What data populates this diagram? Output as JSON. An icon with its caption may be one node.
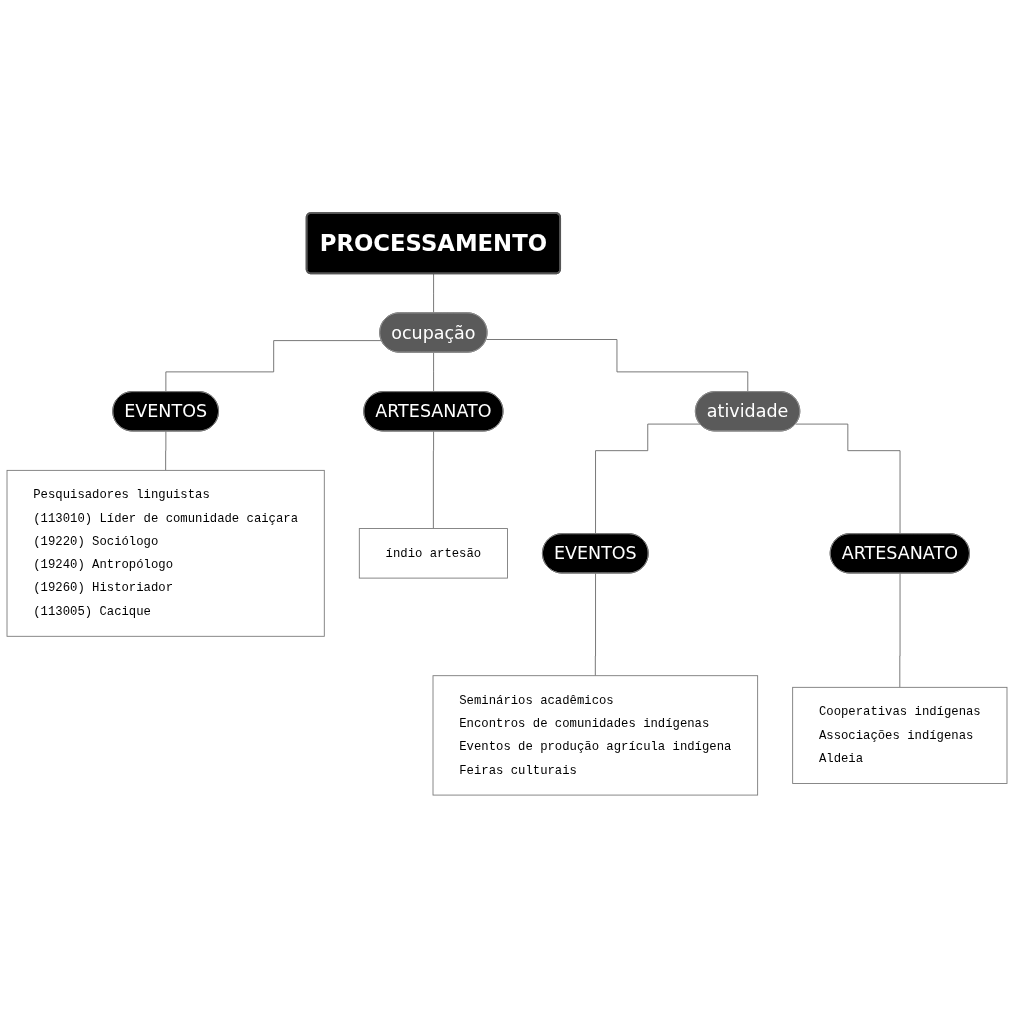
{
  "diagram": {
    "nodes": [
      {
        "text": [
          "PROCESSAMENTO"
        ]
      },
      {
        "text": [
          "ocupação"
        ]
      },
      {
        "text": [
          "EVENTOS"
        ]
      },
      {
        "text": [
          "Pesquisadores linguistas",
          "(113010) Líder de comunidade caiçara",
          "(19220) Sociólogo",
          "(19240) Antropólogo",
          "(19260) Historiador",
          "(113005) Cacique"
        ]
      },
      {
        "text": [
          "ARTESANATO"
        ]
      },
      {
        "text": [
          "índio artesão"
        ]
      },
      {
        "text": [
          "atividade"
        ]
      },
      {
        "text": [
          "EVENTOS"
        ]
      },
      {
        "text": [
          "Seminários acadêmicos",
          "Encontros de comunidades indígenas",
          "Eventos de produção agrícula indígena",
          "Feiras culturais"
        ]
      },
      {
        "text": [
          "ARTESANATO"
        ]
      },
      {
        "text": [
          "Cooperativas indígenas",
          "Associações indígenas",
          "Aldeia"
        ]
      }
    ],
    "edges": [
      {
        "from": 0,
        "to": 1,
        "arrow": "none"
      },
      {
        "from": 1,
        "to": 2,
        "arrow": "none"
      },
      {
        "from": 1,
        "to": 4,
        "arrow": "none"
      },
      {
        "from": 2,
        "to": 3,
        "arrow": "none"
      },
      {
        "from": 4,
        "to": 5,
        "arrow": "none"
      },
      {
        "from": 1,
        "to": 6,
        "arrow": "none"
      },
      {
        "from": 6,
        "to": 7,
        "arrow": "none"
      },
      {
        "from": 6,
        "to": 9,
        "arrow": "none"
      },
      {
        "from": 7,
        "to": 8,
        "arrow": "none"
      },
      {
        "from": 9,
        "to": 10,
        "arrow": "none"
      }
    ]
  }
}
